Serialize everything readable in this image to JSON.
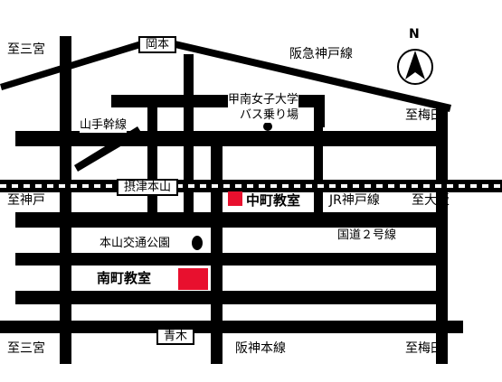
{
  "map": {
    "directions": {
      "west_top": "至三宮",
      "west_mid": "至神戸",
      "west_bottom": "至三宮",
      "east_top": "至梅田",
      "east_mid": "至大阪",
      "east_bottom": "至梅田"
    },
    "railways": {
      "hankyu": "阪急神戸線",
      "jr": "JR神戸線",
      "hanshin": "阪神本線"
    },
    "roads": {
      "yamate": "山手幹線",
      "route2": "国道２号線"
    },
    "stations": {
      "okamoto": "岡本",
      "settsu_motoyama": "摂津本山",
      "aoki": "青木"
    },
    "landmarks": {
      "konan_bus": "甲南女子大学\nバス乗り場",
      "motoyama_park": "本山交通公園"
    },
    "schools": {
      "nakamachi": "中町教室",
      "minamimachi": "南町教室"
    },
    "compass": {
      "label": "N"
    },
    "colors": {
      "school_marker": "#e8102e",
      "road": "#000000"
    }
  }
}
